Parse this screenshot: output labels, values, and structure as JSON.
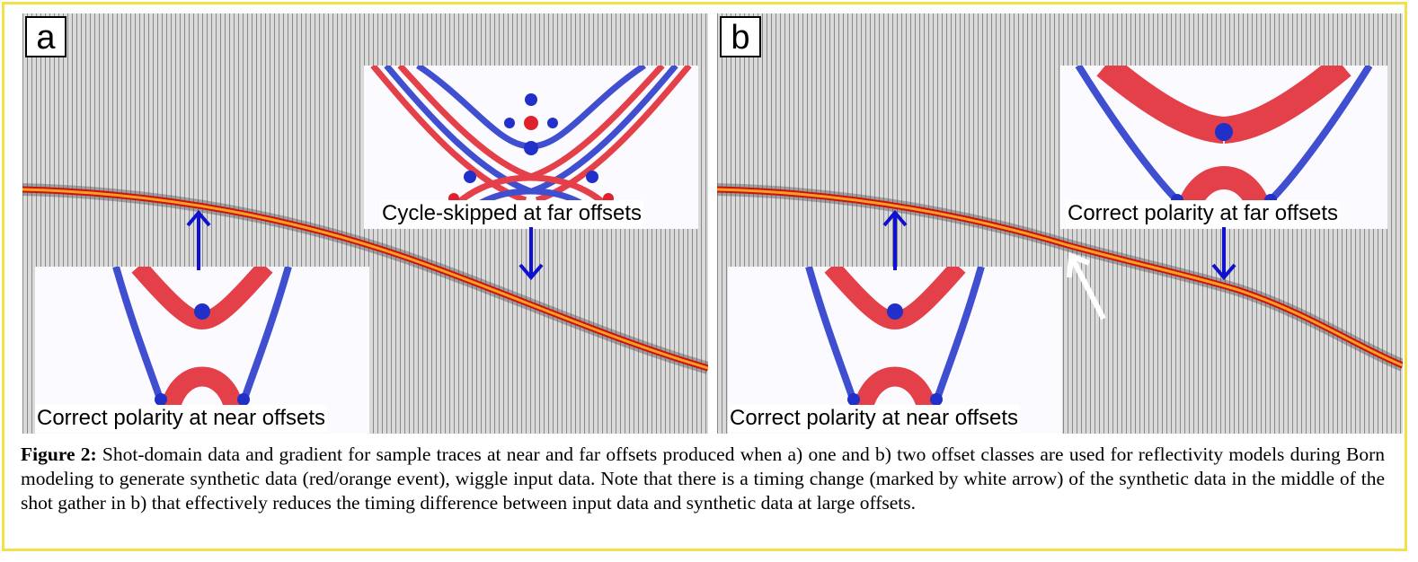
{
  "figure": {
    "panels": [
      {
        "letter": "a",
        "near_label": "Correct polarity at near offsets",
        "far_label": "Cycle-skipped at far offsets"
      },
      {
        "letter": "b",
        "near_label": "Correct polarity at near offsets",
        "far_label": "Correct polarity at far offsets"
      }
    ],
    "caption_prefix": "Figure 2:",
    "caption_text": "Shot-domain data and gradient for sample traces at near and far offsets produced when a) one and b) two offset classes are used for reflectivity models during Born modeling to generate synthetic data (red/orange event), wiggle input data. Note that there is a timing change (marked by white arrow) of the synthetic data in the middle of the shot gather in b) that effectively reduces the timing difference between input data and synthetic data at large offsets."
  },
  "colors": {
    "border": "#f4e04d",
    "arrow_blue": "#1010d0",
    "event_red": "#d01010",
    "event_orange": "#f5a020",
    "gradient_red": "#e0202a",
    "gradient_blue": "#2030c8",
    "white_arrow": "#ffffff"
  }
}
